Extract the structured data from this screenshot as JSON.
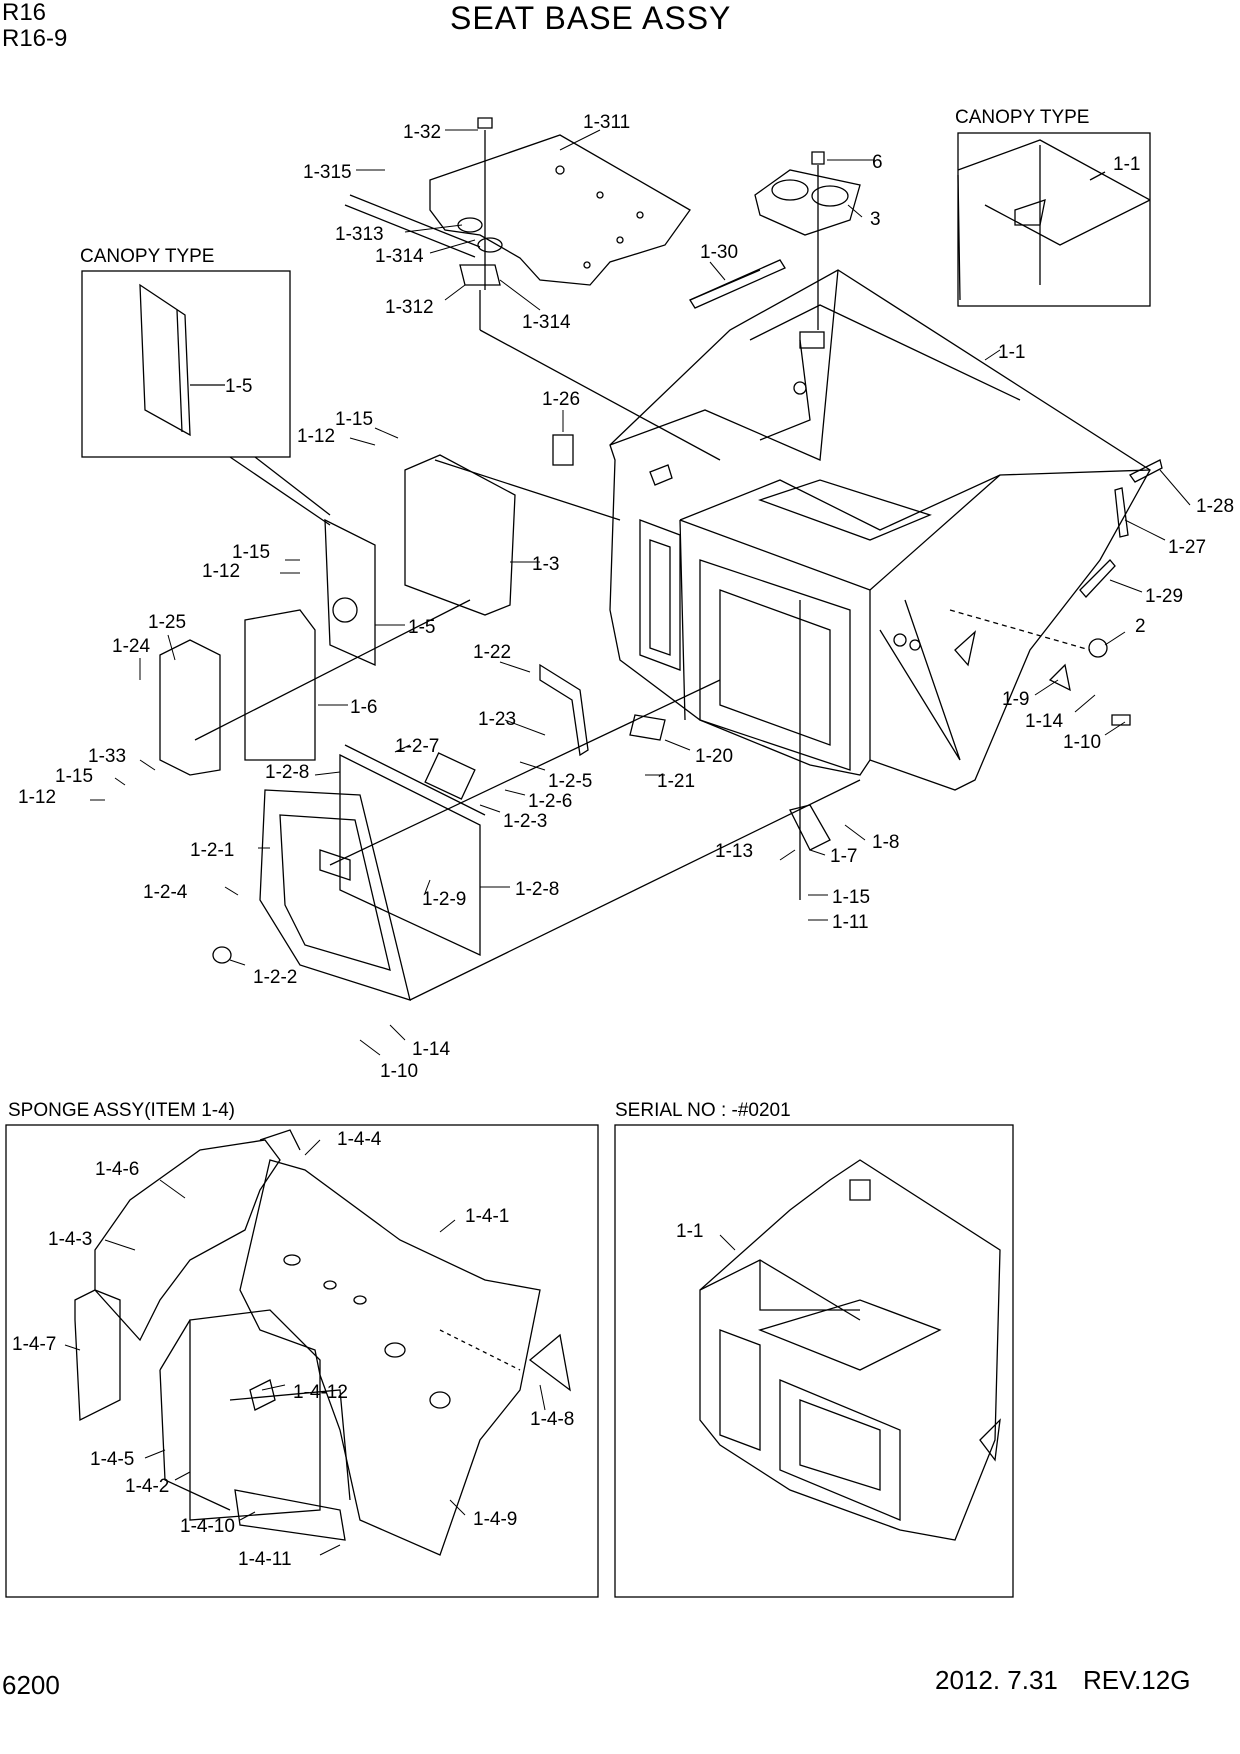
{
  "header": {
    "model": "R16",
    "section": "R16-9",
    "title": "SEAT BASE ASSY"
  },
  "footer": {
    "page": "6200",
    "date": "2012. 7.31",
    "revision": "REV.12G"
  },
  "panels": {
    "canopy_left": "CANOPY TYPE",
    "canopy_right": "CANOPY TYPE",
    "sponge": "SPONGE ASSY(ITEM 1-4)",
    "serial": "SERIAL NO : -#0201"
  },
  "callouts": {
    "main": [
      {
        "id": "c1",
        "text": "1-32"
      },
      {
        "id": "c2",
        "text": "1-311"
      },
      {
        "id": "c3",
        "text": "1-315"
      },
      {
        "id": "c4",
        "text": "1-313"
      },
      {
        "id": "c5",
        "text": "1-314"
      },
      {
        "id": "c6",
        "text": "1-312"
      },
      {
        "id": "c7",
        "text": "1-314"
      },
      {
        "id": "c8",
        "text": "6"
      },
      {
        "id": "c9",
        "text": "3"
      },
      {
        "id": "c10",
        "text": "1-30"
      },
      {
        "id": "c11",
        "text": "1-1"
      },
      {
        "id": "c12",
        "text": "1-26"
      },
      {
        "id": "c13",
        "text": "1-15"
      },
      {
        "id": "c14",
        "text": "1-12"
      },
      {
        "id": "c15",
        "text": "1-3"
      },
      {
        "id": "c16",
        "text": "1-15"
      },
      {
        "id": "c17",
        "text": "1-12"
      },
      {
        "id": "c18",
        "text": "1-5"
      },
      {
        "id": "c19",
        "text": "1-25"
      },
      {
        "id": "c20",
        "text": "1-24"
      },
      {
        "id": "c21",
        "text": "1-6"
      },
      {
        "id": "c22",
        "text": "1-33"
      },
      {
        "id": "c23",
        "text": "1-15"
      },
      {
        "id": "c24",
        "text": "1-12"
      },
      {
        "id": "c25",
        "text": "1-22"
      },
      {
        "id": "c26",
        "text": "1-23"
      },
      {
        "id": "c27",
        "text": "1-2-7"
      },
      {
        "id": "c28",
        "text": "1-2-8"
      },
      {
        "id": "c29",
        "text": "1-2-5"
      },
      {
        "id": "c30",
        "text": "1-2-6"
      },
      {
        "id": "c31",
        "text": "1-2-3"
      },
      {
        "id": "c32",
        "text": "1-2-1"
      },
      {
        "id": "c33",
        "text": "1-2-4"
      },
      {
        "id": "c34",
        "text": "1-2-9"
      },
      {
        "id": "c35",
        "text": "1-2-8"
      },
      {
        "id": "c36",
        "text": "1-2-2"
      },
      {
        "id": "c37",
        "text": "1-14"
      },
      {
        "id": "c38",
        "text": "1-10"
      },
      {
        "id": "c39",
        "text": "1-20"
      },
      {
        "id": "c40",
        "text": "1-21"
      },
      {
        "id": "c41",
        "text": "1-13"
      },
      {
        "id": "c42",
        "text": "1-7"
      },
      {
        "id": "c43",
        "text": "1-8"
      },
      {
        "id": "c44",
        "text": "1-15"
      },
      {
        "id": "c45",
        "text": "1-11"
      },
      {
        "id": "c46",
        "text": "1-28"
      },
      {
        "id": "c47",
        "text": "1-27"
      },
      {
        "id": "c48",
        "text": "1-29"
      },
      {
        "id": "c49",
        "text": "2"
      },
      {
        "id": "c50",
        "text": "1-9"
      },
      {
        "id": "c51",
        "text": "1-14"
      },
      {
        "id": "c52",
        "text": "1-10"
      }
    ],
    "canopy_left": [
      {
        "id": "cl1",
        "text": "1-5"
      }
    ],
    "canopy_right": [
      {
        "id": "cr1",
        "text": "1-1"
      }
    ],
    "sponge": [
      {
        "id": "s1",
        "text": "1-4-6"
      },
      {
        "id": "s2",
        "text": "1-4-4"
      },
      {
        "id": "s3",
        "text": "1-4-1"
      },
      {
        "id": "s4",
        "text": "1-4-3"
      },
      {
        "id": "s5",
        "text": "1-4-7"
      },
      {
        "id": "s6",
        "text": "1-4-12"
      },
      {
        "id": "s7",
        "text": "1-4-8"
      },
      {
        "id": "s8",
        "text": "1-4-5"
      },
      {
        "id": "s9",
        "text": "1-4-2"
      },
      {
        "id": "s10",
        "text": "1-4-10"
      },
      {
        "id": "s11",
        "text": "1-4-9"
      },
      {
        "id": "s12",
        "text": "1-4-11"
      }
    ],
    "serial": [
      {
        "id": "sr1",
        "text": "1-1"
      }
    ]
  }
}
